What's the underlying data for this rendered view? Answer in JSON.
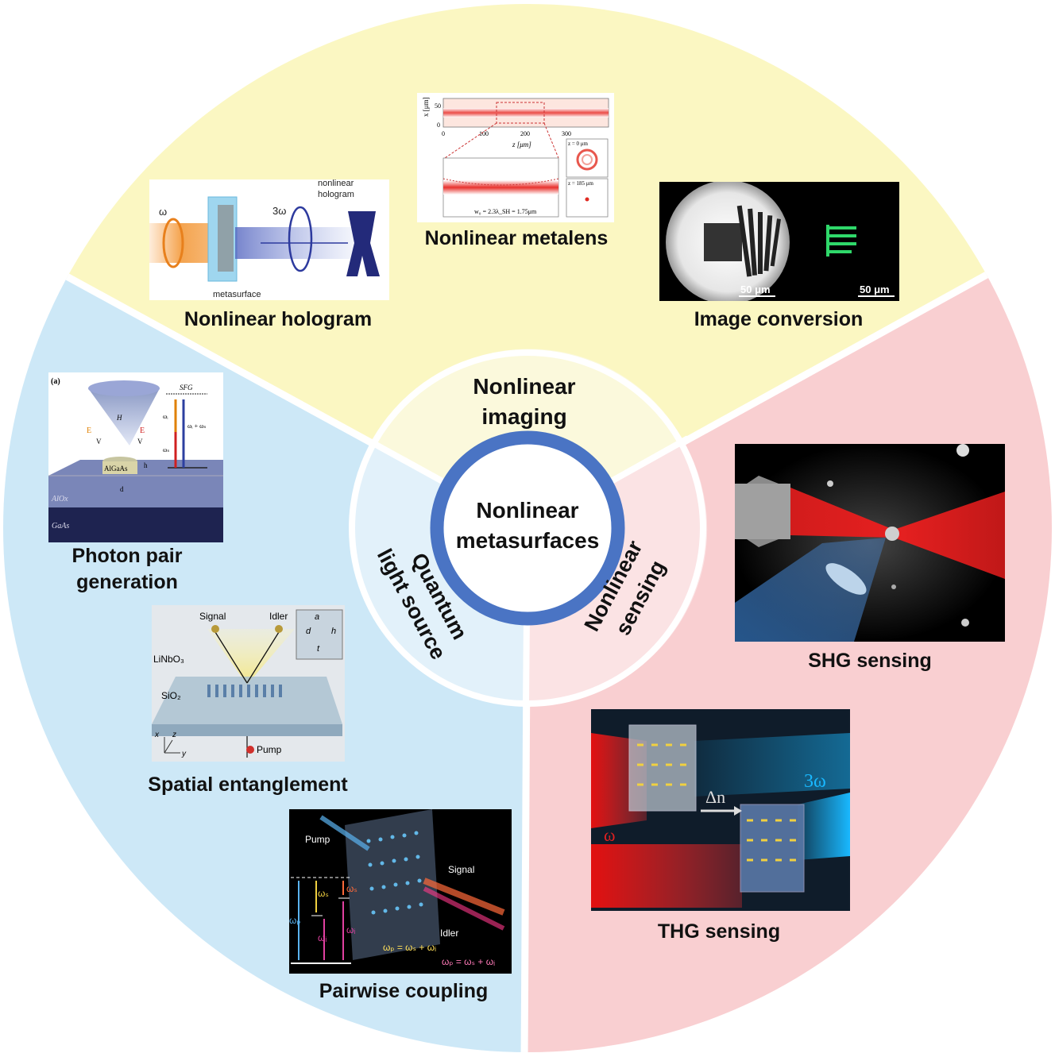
{
  "colors": {
    "imaging": "#fbf7c2",
    "quantum": "#cde8f7",
    "sensing": "#f9cfd1",
    "ring": "#4a74c4",
    "divider": "#ffffff"
  },
  "center": {
    "title_line1": "Nonlinear",
    "title_line2": "metasurfaces"
  },
  "sectors": {
    "imaging": {
      "line1": "Nonlinear",
      "line2": "imaging"
    },
    "quantum": {
      "line1": "Quantum",
      "line2": "light source"
    },
    "sensing": {
      "line1": "Nonlinear",
      "line2": "sensing"
    }
  },
  "panels": {
    "hologram": {
      "caption": "Nonlinear hologram",
      "omega": "ω",
      "three_omega": "3ω",
      "hologram_line1": "nonlinear",
      "hologram_line2": "hologram",
      "metasurface": "metasurface"
    },
    "metalens": {
      "caption": "Nonlinear metalens",
      "x_axis_label": "z [μm]",
      "y_axis_label": "x [μm]",
      "x_ticks": [
        "0",
        "100",
        "200",
        "300"
      ],
      "y_ticks": [
        "50",
        "0"
      ],
      "inset_top": "z = 0 μm",
      "inset_bottom": "z = 185 μm",
      "waist_formula": "w₀ = 2.3λ_SH = 1.75μm"
    },
    "image_conversion": {
      "caption": "Image conversion",
      "scale_left": "50 μm",
      "scale_right": "50 μm"
    },
    "photon_pair": {
      "caption_line1": "Photon pair",
      "caption_line2": "generation",
      "tag": "(a)",
      "material1": "AlGaAs",
      "material2": "AlOx",
      "material3": "GaAs",
      "sfg": "SFG",
      "label_H": "H",
      "label_E": "E",
      "label_V": "V",
      "label_h": "h",
      "label_d": "d",
      "label_sum": "ωᵢ + ωₛ",
      "label_wi": "ωᵢ",
      "label_ws": "ωₛ"
    },
    "spatial": {
      "caption": "Spatial entanglement",
      "signal": "Signal",
      "idler": "Idler",
      "linbo3": "LiNbO₃",
      "sio2": "SiO₂",
      "pump": "Pump",
      "inset_a": "a",
      "inset_d": "d",
      "inset_h": "h",
      "inset_t": "t",
      "axis_x": "x",
      "axis_y": "y",
      "axis_z": "z"
    },
    "pairwise": {
      "caption": "Pairwise coupling",
      "pump": "Pump",
      "signal": "Signal",
      "idler": "Idler",
      "wp": "ωₚ",
      "ws": "ωₛ",
      "wi": "ωᵢ",
      "eq1": "ωₚ = ωₛ + ωᵢ",
      "eq2": "ωₚ = ωₛ + ωᵢ"
    },
    "shg": {
      "caption": "SHG sensing"
    },
    "thg": {
      "caption": "THG sensing",
      "omega": "ω",
      "three_omega": "3ω",
      "delta_n": "Δn"
    }
  }
}
